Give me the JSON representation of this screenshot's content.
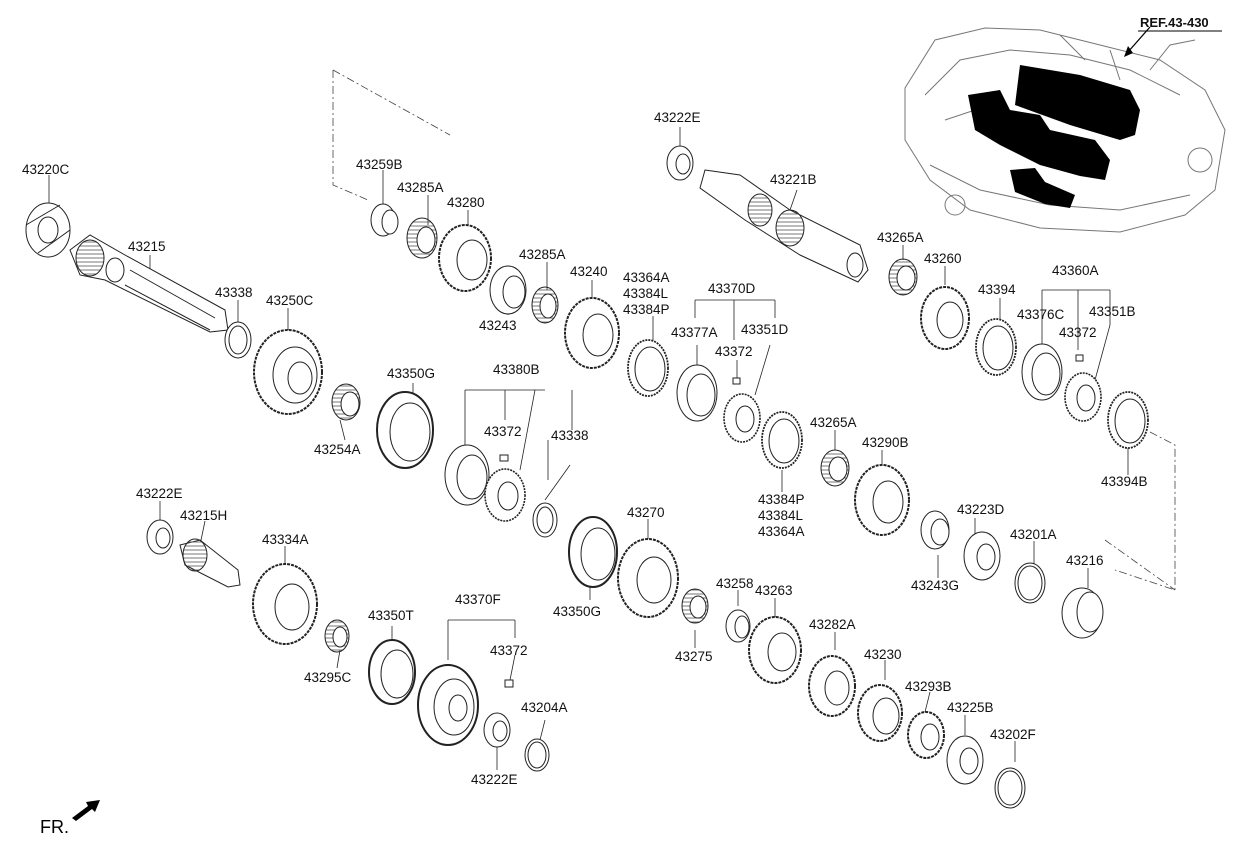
{
  "diagram": {
    "reference": "REF.43-430",
    "direction_label": "FR.",
    "parts": [
      {
        "id": "p43220C",
        "code": "43220C"
      },
      {
        "id": "p43215",
        "code": "43215"
      },
      {
        "id": "p43338a",
        "code": "43338"
      },
      {
        "id": "p43250C",
        "code": "43250C"
      },
      {
        "id": "p43254A",
        "code": "43254A"
      },
      {
        "id": "p43259B",
        "code": "43259B"
      },
      {
        "id": "p43285A1",
        "code": "43285A"
      },
      {
        "id": "p43280",
        "code": "43280"
      },
      {
        "id": "p43285A2",
        "code": "43285A"
      },
      {
        "id": "p43243",
        "code": "43243"
      },
      {
        "id": "p43240",
        "code": "43240"
      },
      {
        "id": "p43350G1",
        "code": "43350G"
      },
      {
        "id": "p43380B",
        "code": "43380B"
      },
      {
        "id": "p43372a",
        "code": "43372"
      },
      {
        "id": "p43338b",
        "code": "43338"
      },
      {
        "id": "p43364A1",
        "code": "43364A"
      },
      {
        "id": "p43384L1",
        "code": "43384L"
      },
      {
        "id": "p43384P1",
        "code": "43384P"
      },
      {
        "id": "p43370D",
        "code": "43370D"
      },
      {
        "id": "p43377A",
        "code": "43377A"
      },
      {
        "id": "p43372b",
        "code": "43372"
      },
      {
        "id": "p43351D",
        "code": "43351D"
      },
      {
        "id": "p43222E1",
        "code": "43222E"
      },
      {
        "id": "p43221B",
        "code": "43221B"
      },
      {
        "id": "p43265A1",
        "code": "43265A"
      },
      {
        "id": "p43260",
        "code": "43260"
      },
      {
        "id": "p43394",
        "code": "43394"
      },
      {
        "id": "p43360A",
        "code": "43360A"
      },
      {
        "id": "p43376C",
        "code": "43376C"
      },
      {
        "id": "p43351B",
        "code": "43351B"
      },
      {
        "id": "p43372c",
        "code": "43372"
      },
      {
        "id": "p43394B",
        "code": "43394B"
      },
      {
        "id": "p43265A2",
        "code": "43265A"
      },
      {
        "id": "p43290B",
        "code": "43290B"
      },
      {
        "id": "p43384P2",
        "code": "43384P"
      },
      {
        "id": "p43384L2",
        "code": "43384L"
      },
      {
        "id": "p43364A2",
        "code": "43364A"
      },
      {
        "id": "p43223D",
        "code": "43223D"
      },
      {
        "id": "p43243G",
        "code": "43243G"
      },
      {
        "id": "p43201A",
        "code": "43201A"
      },
      {
        "id": "p43216",
        "code": "43216"
      },
      {
        "id": "p43222E2",
        "code": "43222E"
      },
      {
        "id": "p43215H",
        "code": "43215H"
      },
      {
        "id": "p43334A",
        "code": "43334A"
      },
      {
        "id": "p43295C",
        "code": "43295C"
      },
      {
        "id": "p43350T",
        "code": "43350T"
      },
      {
        "id": "p43370F",
        "code": "43370F"
      },
      {
        "id": "p43372d",
        "code": "43372"
      },
      {
        "id": "p43204A",
        "code": "43204A"
      },
      {
        "id": "p43222E3",
        "code": "43222E"
      },
      {
        "id": "p43270",
        "code": "43270"
      },
      {
        "id": "p43350G2",
        "code": "43350G"
      },
      {
        "id": "p43258",
        "code": "43258"
      },
      {
        "id": "p43275",
        "code": "43275"
      },
      {
        "id": "p43263",
        "code": "43263"
      },
      {
        "id": "p43282A",
        "code": "43282A"
      },
      {
        "id": "p43230",
        "code": "43230"
      },
      {
        "id": "p43293B",
        "code": "43293B"
      },
      {
        "id": "p43225B",
        "code": "43225B"
      },
      {
        "id": "p43202F",
        "code": "43202F"
      }
    ]
  }
}
